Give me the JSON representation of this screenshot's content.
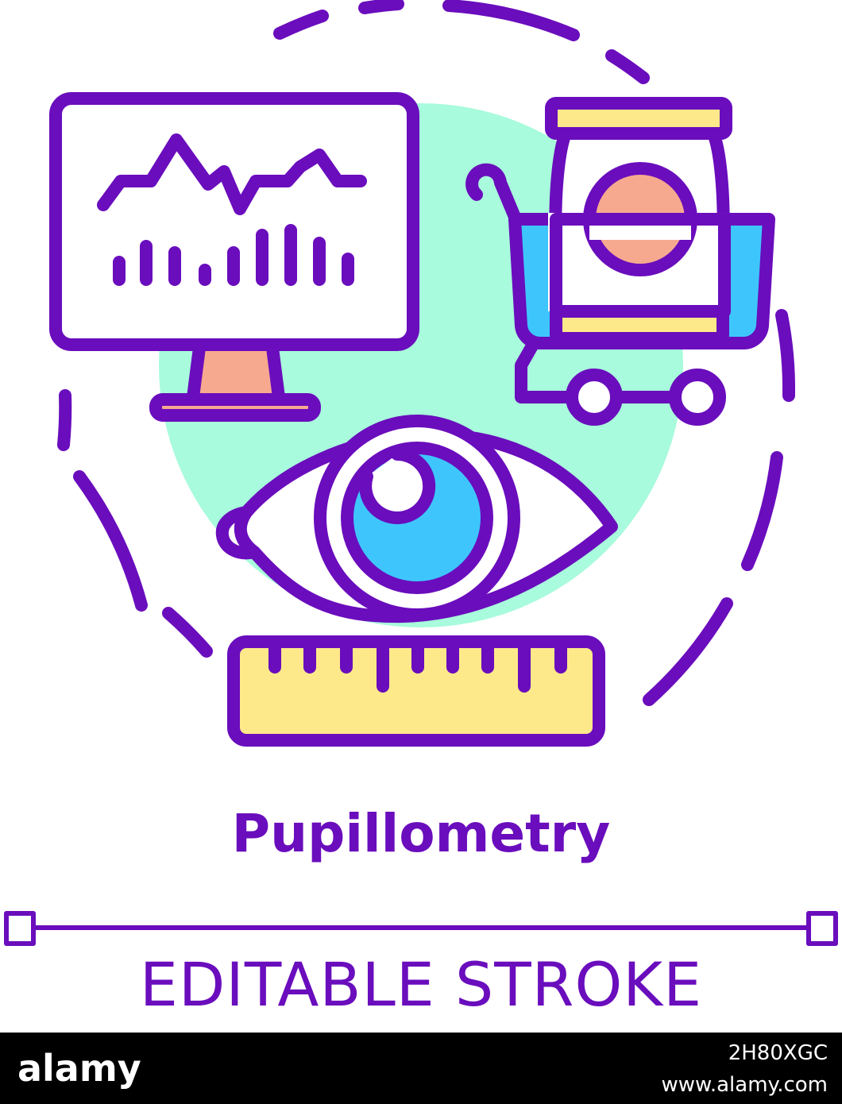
{
  "title": "Pupillometry",
  "caption": "EDITABLE STROKE",
  "watermark": {
    "brand": "alamy",
    "image_code": "2H80XGC",
    "site": "www.alamy.com"
  },
  "colors": {
    "stroke": "#6a0dbd",
    "circle_fill": "#a8fbdc",
    "salmon": "#f7a98f",
    "yellow": "#fde98a",
    "blue": "#3ec6fc",
    "white": "#ffffff",
    "footer": "#000000"
  },
  "icons": [
    "monitor-chart-icon",
    "shopping-cart-icon",
    "product-package-icon",
    "eye-icon",
    "ruler-icon",
    "dashed-circle-frame",
    "editable-stroke-line-icon"
  ]
}
